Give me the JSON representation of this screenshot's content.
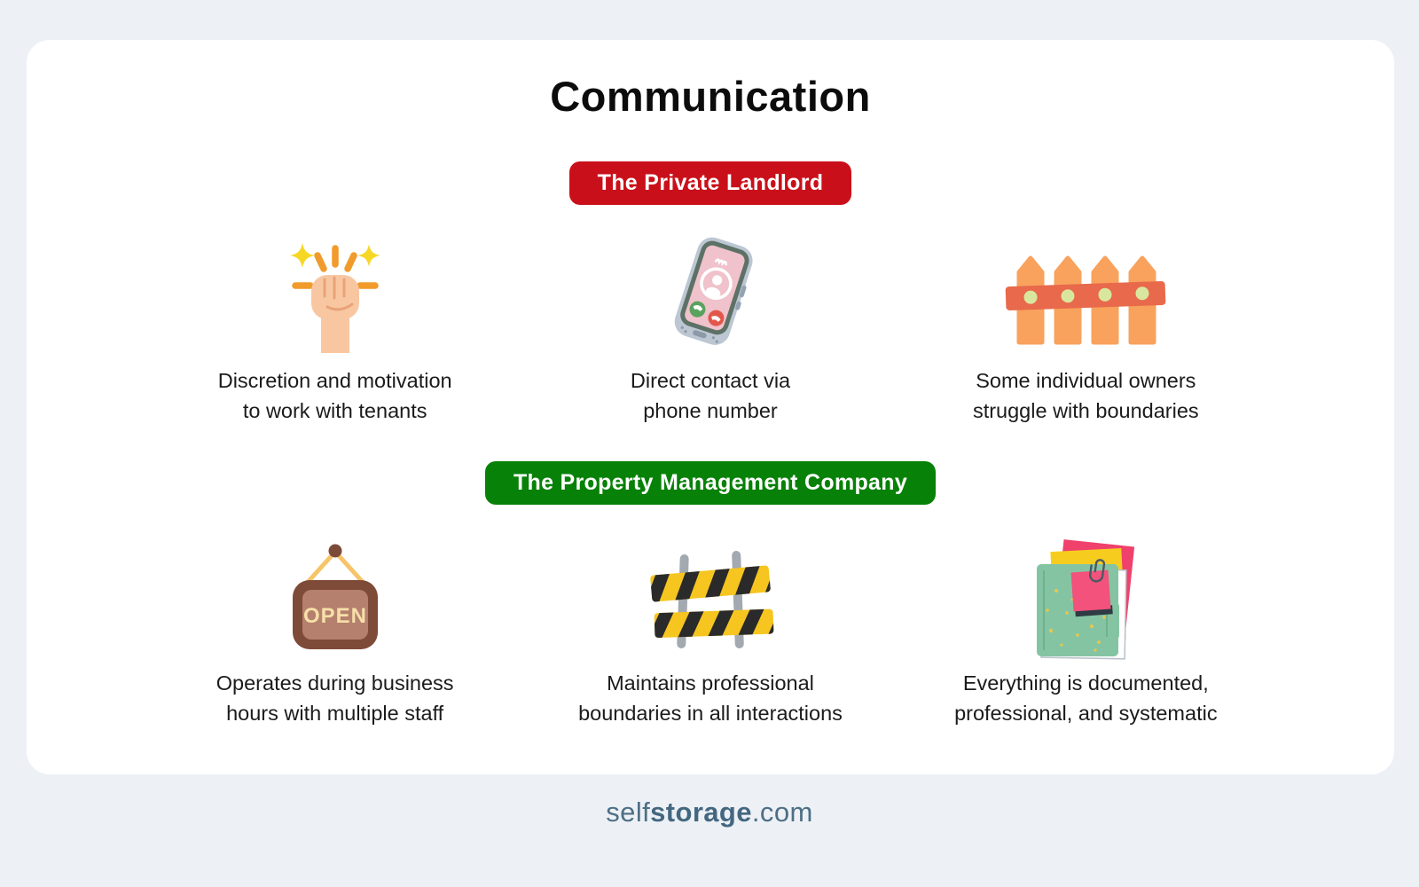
{
  "title": "Communication",
  "sections": [
    {
      "label": "The Private Landlord",
      "badge_color": "#c9101a",
      "items": [
        {
          "icon": "raised-fist",
          "lines": [
            "Discretion and motivation",
            "to work with tenants"
          ]
        },
        {
          "icon": "incoming-call-phone",
          "lines": [
            "Direct contact via",
            "phone number"
          ]
        },
        {
          "icon": "picket-fence",
          "lines": [
            "Some individual owners",
            "struggle with boundaries"
          ]
        }
      ]
    },
    {
      "label": "The Property Management Company",
      "badge_color": "#078107",
      "items": [
        {
          "icon": "open-sign",
          "lines": [
            "Operates during business",
            "hours with multiple staff"
          ]
        },
        {
          "icon": "striped-barrier",
          "lines": [
            "Maintains professional",
            "boundaries in all interactions"
          ]
        },
        {
          "icon": "documents-folder",
          "lines": [
            "Everything is documented,",
            "professional, and systematic"
          ]
        }
      ]
    }
  ],
  "icons": {
    "open_sign_text": "OPEN"
  },
  "footer": {
    "prefix": "self",
    "bold": "storage",
    "suffix": ".com"
  },
  "colors": {
    "background": "#edf1f6",
    "card": "#ffffff",
    "badge_red": "#c9101a",
    "badge_green": "#078107",
    "body_text": "#1b1b1b",
    "footer_text": "#4d6f85"
  }
}
